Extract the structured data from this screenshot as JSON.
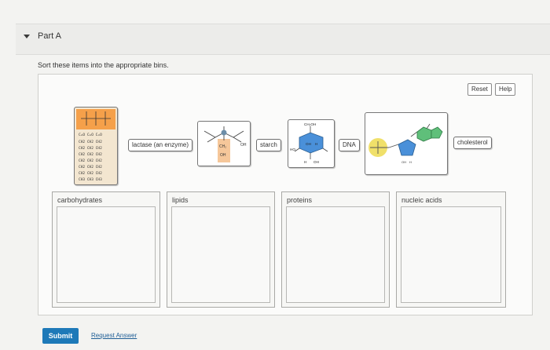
{
  "part": {
    "title": "Part A"
  },
  "instructions": "Sort these items into the appropriate bins.",
  "controls": {
    "reset_label": "Reset",
    "help_label": "Help"
  },
  "items": {
    "lactase_label": "lactase (an enzyme)",
    "starch_label": "starch",
    "dna_label": "DNA",
    "cholesterol_label": "cholesterol"
  },
  "glucose_labels": {
    "top": "CH₂OH",
    "ring_oh": "OH",
    "ring_h": "H",
    "ho": "HO",
    "bottom_h": "H",
    "bottom_oh": "OH"
  },
  "amino_labels": {
    "group": "CH₂",
    "oh": "OH",
    "terminal_oh": "OH"
  },
  "bins": [
    {
      "label": "carbohydrates"
    },
    {
      "label": "lipids"
    },
    {
      "label": "proteins"
    },
    {
      "label": "nucleic acids"
    }
  ],
  "footer": {
    "submit_label": "Submit",
    "request_label": "Request Answer"
  }
}
